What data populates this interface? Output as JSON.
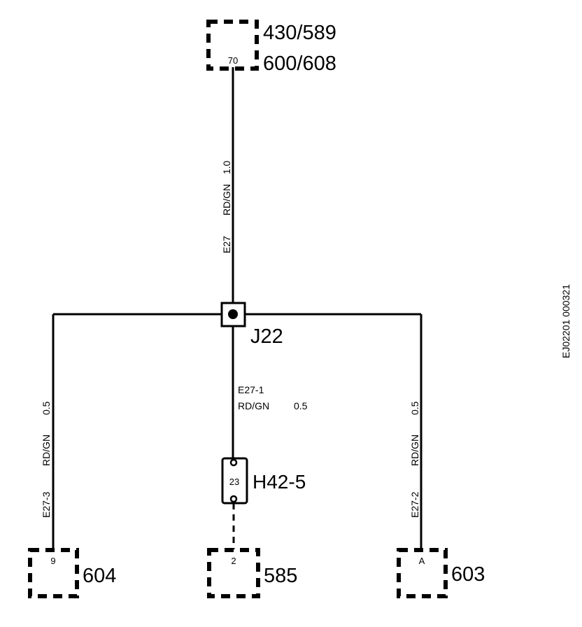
{
  "connectors": {
    "top": {
      "pin": "70",
      "label_line1": "430/589",
      "label_line2": "600/608"
    },
    "left": {
      "pin": "9",
      "label": "604"
    },
    "center": {
      "pin": "2",
      "label": "585"
    },
    "right": {
      "pin": "A",
      "label": "603"
    }
  },
  "junction": {
    "label": "J22"
  },
  "component": {
    "pin": "23",
    "label": "H42-5"
  },
  "wires": {
    "main": {
      "id": "E27",
      "color": "RD/GN",
      "size": "1.0"
    },
    "center": {
      "id": "E27-1",
      "color": "RD/GN",
      "size": "0.5"
    },
    "left": {
      "id": "E27-3",
      "color": "RD/GN",
      "size": "0.5"
    },
    "right": {
      "id": "E27-2",
      "color": "RD/GN",
      "size": "0.5"
    }
  },
  "diagram_code": "EJ02201 000321"
}
